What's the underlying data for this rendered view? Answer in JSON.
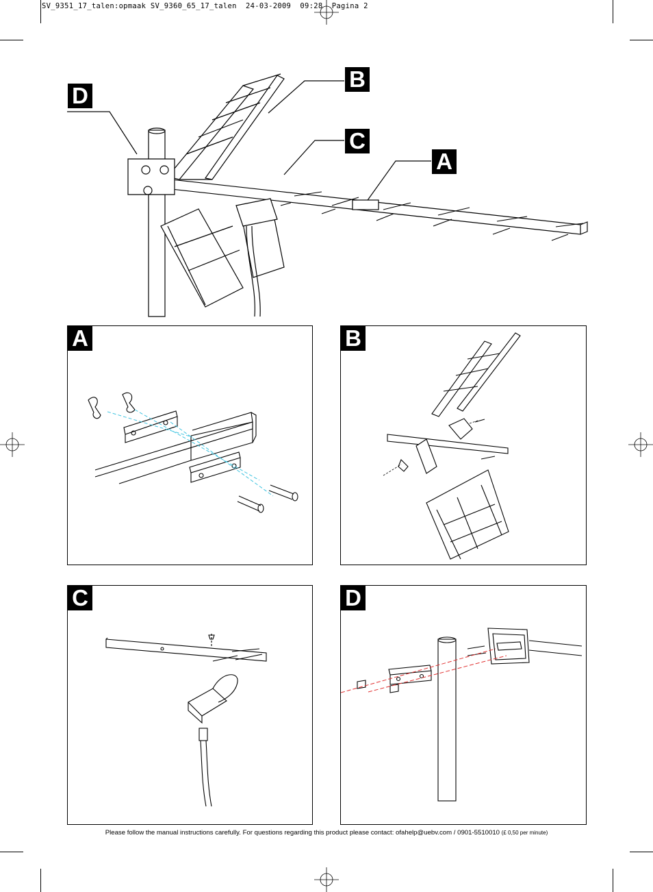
{
  "header": {
    "file_info": "SV_9351_17_talen:opmaak SV_9360_65_17_talen  24-03-2009  09:28  Pagina 2"
  },
  "overview": {
    "callouts": [
      "D",
      "B",
      "C",
      "A"
    ]
  },
  "panels": [
    {
      "id": "A",
      "label": "A"
    },
    {
      "id": "B",
      "label": "B"
    },
    {
      "id": "C",
      "label": "C"
    },
    {
      "id": "D",
      "label": "D"
    }
  ],
  "footer": {
    "text": "Please follow the manual instructions carefully. For questions regarding this product please contact: ofahelp@uebv.com / 0901-5510010",
    "price": "(£ 0,50 per minute)"
  },
  "icons": [
    "registration-mark-icon",
    "crop-mark-icon",
    "dashed-guide-line"
  ],
  "colors": {
    "guide_line_a": "#3ec3e0",
    "guide_line_d": "#e03030",
    "ink": "#000000"
  }
}
